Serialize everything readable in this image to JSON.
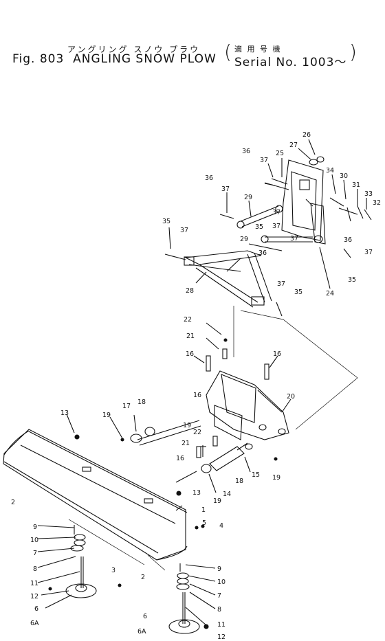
{
  "title": {
    "japanese": "アングリング スノウ プラウ",
    "fig": "Fig. 803",
    "english": "ANGLING SNOW PLOW",
    "applicable_jp": "適 用 号 機",
    "serial": "Serial No. 1003～"
  },
  "callouts": [
    {
      "id": "c26",
      "text": "26"
    },
    {
      "id": "c27",
      "text": "27"
    },
    {
      "id": "c36a",
      "text": "36"
    },
    {
      "id": "c37a",
      "text": "37"
    },
    {
      "id": "c25",
      "text": "25"
    },
    {
      "id": "c34",
      "text": "34"
    },
    {
      "id": "c30",
      "text": "30"
    },
    {
      "id": "c31",
      "text": "31"
    },
    {
      "id": "c33",
      "text": "33"
    },
    {
      "id": "c32",
      "text": "32"
    },
    {
      "id": "c36b",
      "text": "36"
    },
    {
      "id": "c37b",
      "text": "37"
    },
    {
      "id": "c29a",
      "text": "29"
    },
    {
      "id": "c35a",
      "text": "35"
    },
    {
      "id": "c37c",
      "text": "37"
    },
    {
      "id": "c37d",
      "text": "37"
    },
    {
      "id": "c35b",
      "text": "35"
    },
    {
      "id": "c37e",
      "text": "37"
    },
    {
      "id": "c29b",
      "text": "29"
    },
    {
      "id": "c37f",
      "text": "37"
    },
    {
      "id": "c36c",
      "text": "36"
    },
    {
      "id": "c36d",
      "text": "36"
    },
    {
      "id": "c37g",
      "text": "37"
    },
    {
      "id": "c35c",
      "text": "35"
    },
    {
      "id": "c28",
      "text": "28"
    },
    {
      "id": "c24",
      "text": "24"
    },
    {
      "id": "c37h",
      "text": "37"
    },
    {
      "id": "c35d",
      "text": "35"
    },
    {
      "id": "c22a",
      "text": "22"
    },
    {
      "id": "c21a",
      "text": "21"
    },
    {
      "id": "c16a",
      "text": "16"
    },
    {
      "id": "c16b",
      "text": "16"
    },
    {
      "id": "c20",
      "text": "20"
    },
    {
      "id": "c16c",
      "text": "16"
    },
    {
      "id": "c13a",
      "text": "13"
    },
    {
      "id": "c18a",
      "text": "18"
    },
    {
      "id": "c17",
      "text": "17"
    },
    {
      "id": "c19a",
      "text": "19"
    },
    {
      "id": "c19b",
      "text": "19"
    },
    {
      "id": "c22b",
      "text": "22"
    },
    {
      "id": "c21b",
      "text": "21"
    },
    {
      "id": "c16d",
      "text": "16"
    },
    {
      "id": "c15",
      "text": "15"
    },
    {
      "id": "c19c",
      "text": "19"
    },
    {
      "id": "c18b",
      "text": "18"
    },
    {
      "id": "c13b",
      "text": "13"
    },
    {
      "id": "c14",
      "text": "14"
    },
    {
      "id": "c19d",
      "text": "19"
    },
    {
      "id": "c1",
      "text": "1"
    },
    {
      "id": "c2a",
      "text": "2"
    },
    {
      "id": "c5",
      "text": "5"
    },
    {
      "id": "c4",
      "text": "4"
    },
    {
      "id": "c9a",
      "text": "9"
    },
    {
      "id": "c10a",
      "text": "10"
    },
    {
      "id": "c7a",
      "text": "7"
    },
    {
      "id": "c8a",
      "text": "8"
    },
    {
      "id": "c3",
      "text": "3"
    },
    {
      "id": "c2b",
      "text": "2"
    },
    {
      "id": "c11a",
      "text": "11"
    },
    {
      "id": "c12a",
      "text": "12"
    },
    {
      "id": "c6a",
      "text": "6"
    },
    {
      "id": "c6Aa",
      "text": "6A"
    },
    {
      "id": "c9b",
      "text": "9"
    },
    {
      "id": "c10b",
      "text": "10"
    },
    {
      "id": "c7b",
      "text": "7"
    },
    {
      "id": "c8b",
      "text": "8"
    },
    {
      "id": "c11b",
      "text": "11"
    },
    {
      "id": "c6b",
      "text": "6"
    },
    {
      "id": "c6Ab",
      "text": "6A"
    },
    {
      "id": "c12b",
      "text": "12"
    }
  ]
}
